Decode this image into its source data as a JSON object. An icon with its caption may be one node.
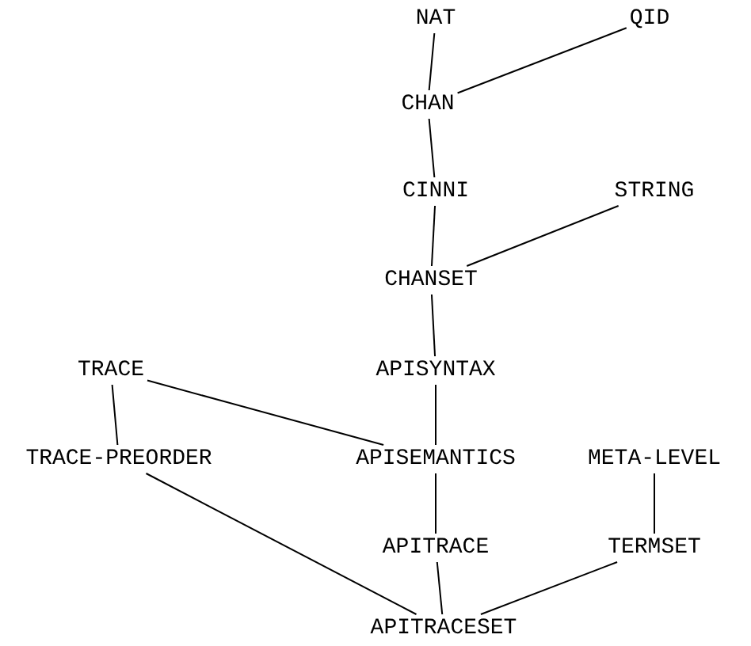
{
  "diagram": {
    "nodes": [
      {
        "text": [
          "NAT"
        ]
      },
      {
        "text": [
          "QID"
        ]
      },
      {
        "text": [
          "CHAN"
        ]
      },
      {
        "text": [
          "CINNI"
        ]
      },
      {
        "text": [
          "STRING"
        ]
      },
      {
        "text": [
          "CHANSET"
        ]
      },
      {
        "text": [
          "TRACE"
        ]
      },
      {
        "text": [
          "APISYNTAX"
        ]
      },
      {
        "text": [
          "TRACE-PREORDER"
        ]
      },
      {
        "text": [
          "APISEMANTICS"
        ]
      },
      {
        "text": [
          "META-LEVEL"
        ]
      },
      {
        "text": [
          "APITRACE"
        ]
      },
      {
        "text": [
          "TERMSET"
        ]
      },
      {
        "text": [
          "APITRACESET"
        ]
      }
    ],
    "edges": [
      {
        "from": 0,
        "to": 2,
        "arrow": "none"
      },
      {
        "from": 1,
        "to": 2,
        "arrow": "none"
      },
      {
        "from": 2,
        "to": 3,
        "arrow": "none"
      },
      {
        "from": 3,
        "to": 5,
        "arrow": "none"
      },
      {
        "from": 4,
        "to": 5,
        "arrow": "none"
      },
      {
        "from": 5,
        "to": 7,
        "arrow": "none"
      },
      {
        "from": 7,
        "to": 9,
        "arrow": "none"
      },
      {
        "from": 6,
        "to": 8,
        "arrow": "none"
      },
      {
        "from": 6,
        "to": 9,
        "arrow": "none"
      },
      {
        "from": 9,
        "to": 11,
        "arrow": "none"
      },
      {
        "from": 11,
        "to": 13,
        "arrow": "none"
      },
      {
        "from": 8,
        "to": 13,
        "arrow": "none"
      },
      {
        "from": 10,
        "to": 12,
        "arrow": "none"
      },
      {
        "from": 12,
        "to": 13,
        "arrow": "none"
      }
    ]
  }
}
